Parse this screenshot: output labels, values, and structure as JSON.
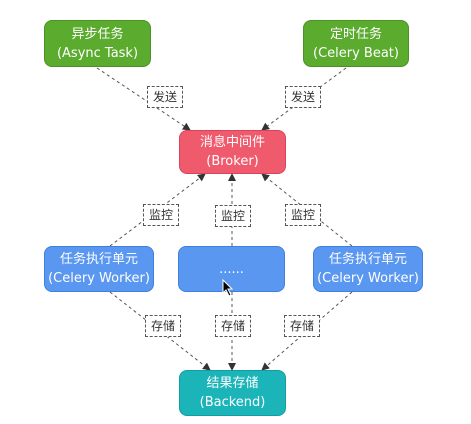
{
  "nodes": {
    "async_task": {
      "line1": "异步任务",
      "line2": "(Async Task)"
    },
    "celery_beat": {
      "line1": "定时任务",
      "line2": "(Celery Beat)"
    },
    "broker": {
      "line1": "消息中间件",
      "line2": "(Broker)"
    },
    "worker_left": {
      "line1": "任务执行单元",
      "line2": "(Celery Worker)"
    },
    "worker_middle": {
      "line1": "......"
    },
    "worker_right": {
      "line1": "任务执行单元",
      "line2": "(Celery Worker)"
    },
    "backend": {
      "line1": "结果存储",
      "line2": "(Backend)"
    }
  },
  "edge_labels": {
    "send": "发送",
    "monitor": "监控",
    "store": "存储"
  },
  "colors": {
    "task": "#5bab2f",
    "broker": "#ef5a6d",
    "worker": "#5a97f0",
    "backend": "#1bb5b9"
  }
}
